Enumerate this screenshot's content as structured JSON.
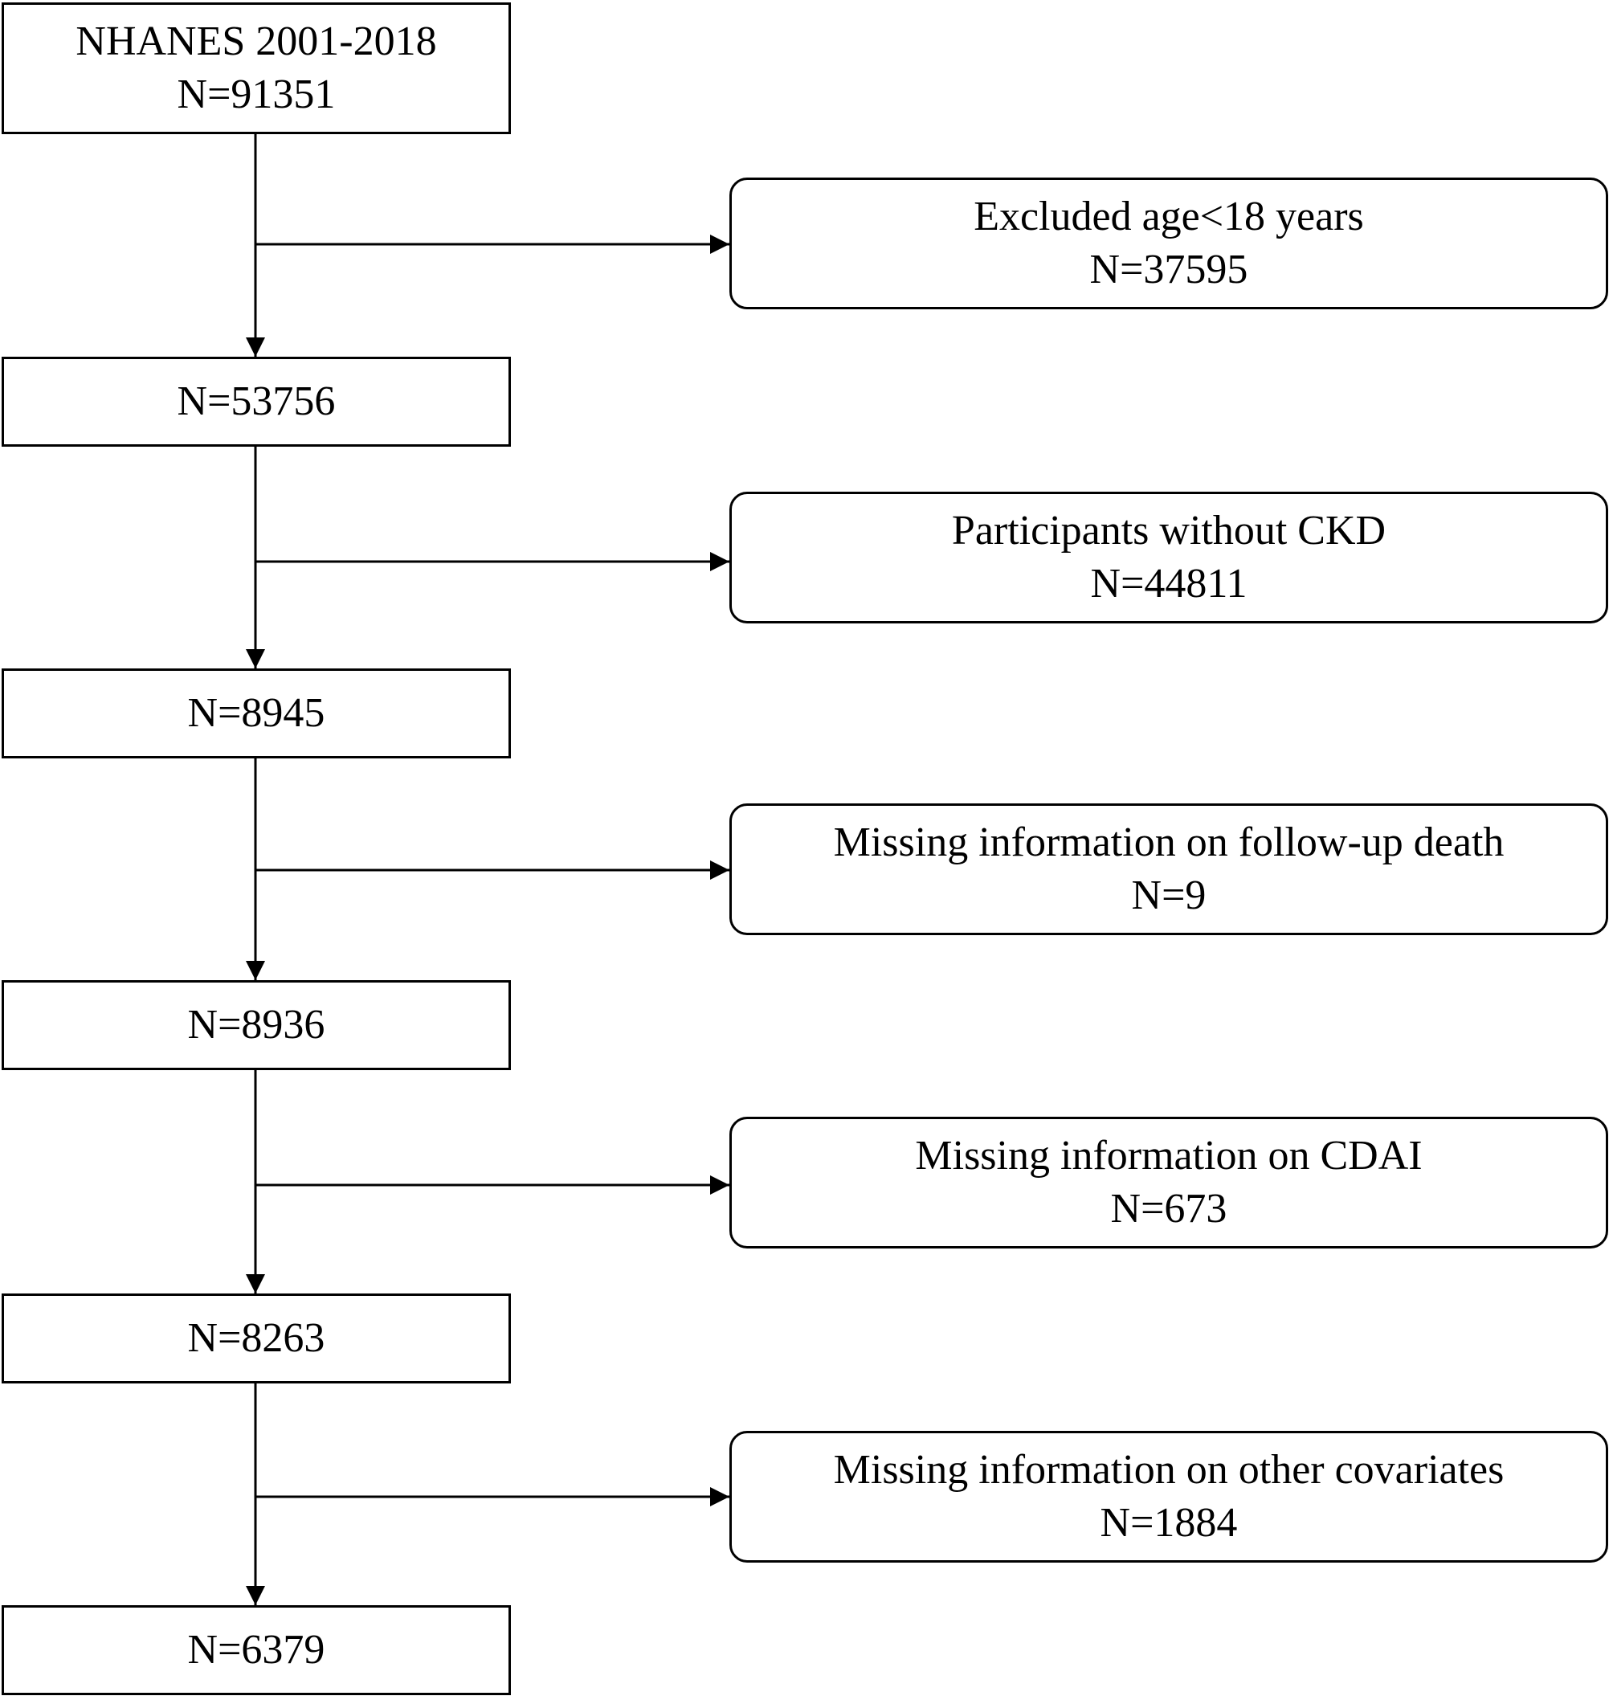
{
  "flowchart": {
    "main": [
      {
        "label": "NHANES 2001-2018",
        "n": "N=91351"
      },
      {
        "n": "N=53756"
      },
      {
        "n": "N=8945"
      },
      {
        "n": "N=8936"
      },
      {
        "n": "N=8263"
      },
      {
        "n": "N=6379"
      }
    ],
    "exclusions": [
      {
        "label": "Excluded age<18 years",
        "n": "N=37595"
      },
      {
        "label": "Participants without CKD",
        "n": "N=44811"
      },
      {
        "label": "Missing information on follow-up death",
        "n": "N=9"
      },
      {
        "label": "Missing information on CDAI",
        "n": "N=673"
      },
      {
        "label": "Missing information on other covariates",
        "n": "N=1884"
      }
    ],
    "colors": {
      "line": "#000000",
      "background": "#ffffff"
    }
  }
}
